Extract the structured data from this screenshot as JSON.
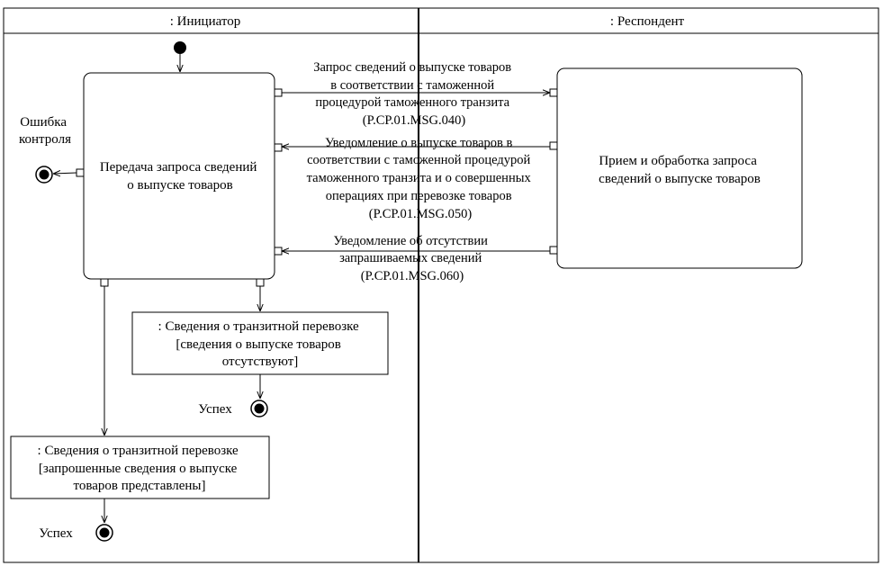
{
  "swimlanes": {
    "initiator": ": Инициатор",
    "respondent": ": Респондент"
  },
  "initiator_activity": [
    "Передача запроса сведений",
    "о выпуске товаров"
  ],
  "respondent_activity": [
    "Прием и обработка запроса",
    "сведений о выпуске товаров"
  ],
  "error_label": [
    "Ошибка",
    "контроля"
  ],
  "messages": [
    {
      "lines": [
        "Запрос сведений о выпуске товаров",
        "в соответствии с таможенной",
        "процедурой таможенного транзита",
        "(P.CP.01.MSG.040)"
      ]
    },
    {
      "lines": [
        "Уведомление о выпуске товаров в",
        "соответствии с таможенной процедурой",
        "таможенного транзита и о совершенных",
        "операциях при перевозке товаров",
        "(P.CP.01.MSG.050)"
      ]
    },
    {
      "lines": [
        "Уведомление об отсутствии",
        "запрашиваемых сведений",
        "(P.CP.01.MSG.060)"
      ]
    }
  ],
  "objects": [
    {
      "lines": [
        ": Сведения о транзитной перевозке",
        "[сведения о выпуске товаров",
        "отсутствуют]"
      ]
    },
    {
      "lines": [
        ": Сведения о транзитной перевозке",
        "[запрошенные сведения о выпуске",
        "товаров представлены]"
      ]
    }
  ],
  "success_label": "Успех"
}
